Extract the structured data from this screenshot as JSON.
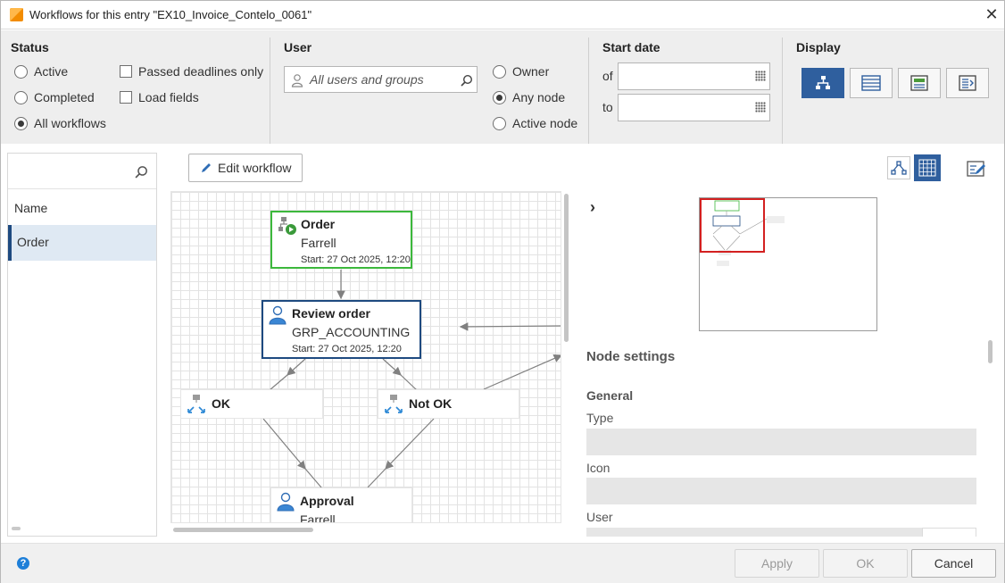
{
  "window": {
    "title": "Workflows for this entry \"EX10_Invoice_Contelo_0061\"",
    "close": "✕"
  },
  "status": {
    "heading": "Status",
    "options": [
      "Active",
      "Completed",
      "All workflows"
    ],
    "selected": "All workflows",
    "checks": [
      "Passed deadlines only",
      "Load fields"
    ]
  },
  "user": {
    "heading": "User",
    "placeholder": "All users and groups",
    "options": [
      "Owner",
      "Any node",
      "Active node"
    ],
    "selected": "Any node"
  },
  "start_date": {
    "heading": "Start date",
    "of_label": "of",
    "to_label": "to",
    "of_value": "",
    "to_value": ""
  },
  "display": {
    "heading": "Display",
    "selected": "graph-view"
  },
  "left": {
    "search_value": "",
    "column_header": "Name",
    "rows": [
      "Order"
    ]
  },
  "toolbar": {
    "edit_workflow": "Edit workflow"
  },
  "graph": {
    "nodes": [
      {
        "title": "Order",
        "user": "Farrell",
        "start": "Start: 27 Oct 2025, 12:20",
        "icon": "start-node-icon"
      },
      {
        "title": "Review order",
        "user": "GRP_ACCOUNTING",
        "start": "Start: 27 Oct 2025, 12:20",
        "icon": "user-icon"
      },
      {
        "title": "OK",
        "icon": "decision-icon"
      },
      {
        "title": "Not OK",
        "icon": "decision-icon"
      },
      {
        "title": "Approval",
        "user": "Farrell",
        "icon": "user-icon"
      }
    ],
    "colors": {
      "active": "#3cb83c",
      "selected": "#1e4a80"
    }
  },
  "node_settings": {
    "heading": "Node settings",
    "group": "General",
    "fields": [
      {
        "label": "Type",
        "value": ""
      },
      {
        "label": "Icon",
        "value": ""
      },
      {
        "label": "User",
        "value": ""
      }
    ]
  },
  "buttons": {
    "apply": "Apply",
    "ok": "OK",
    "cancel": "Cancel"
  }
}
